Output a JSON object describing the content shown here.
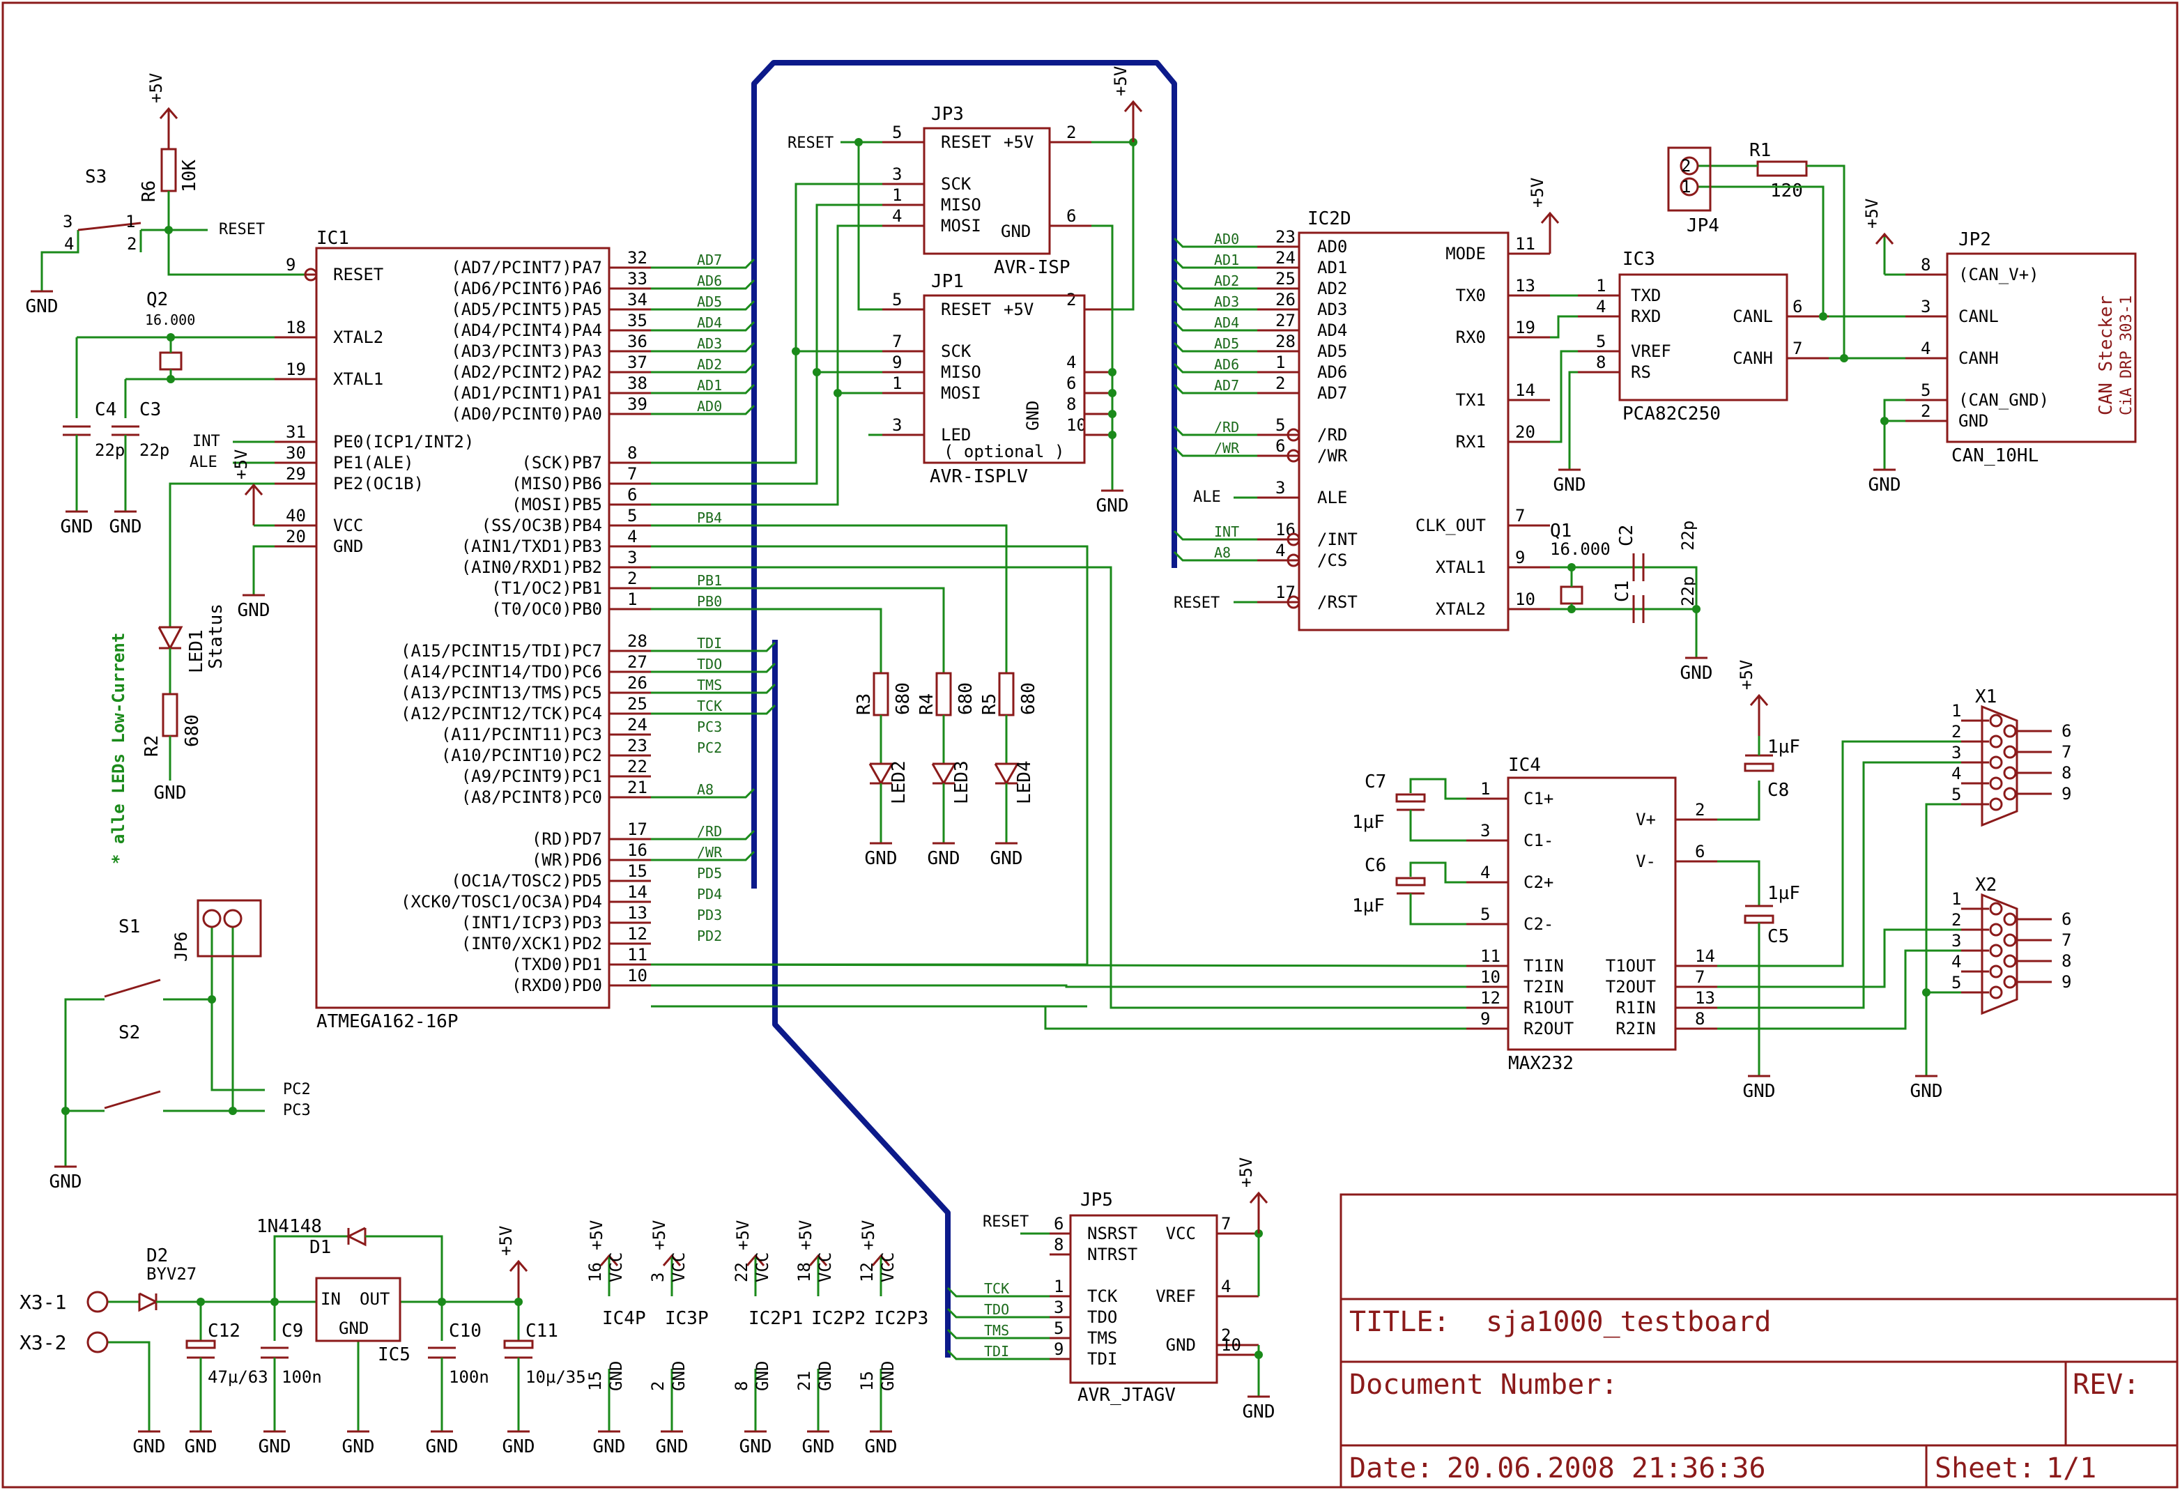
{
  "title_block": {
    "title_label": "TITLE:",
    "title": "sja1000_testboard",
    "doc_number_label": "Document Number:",
    "rev_label": "REV:",
    "date_label": "Date:",
    "date": "20.06.2008 21:36:36",
    "sheet_label": "Sheet:",
    "sheet": "1/1"
  },
  "note": "* alle LEDs Low-Current",
  "can_label": [
    "CAN Stecker",
    "CiA DRP 303-1"
  ],
  "components": {
    "ic1": {
      "ref": "IC1",
      "value": "ATMEGA162-16P"
    },
    "ic2": {
      "ref": "IC2D"
    },
    "ic3": {
      "ref": "IC3",
      "value": "PCA82C250"
    },
    "ic4": {
      "ref": "IC4",
      "value": "MAX232"
    },
    "ic5": {
      "ref": "IC5"
    },
    "jp1": {
      "ref": "JP1",
      "value": "AVR-ISPLV"
    },
    "jp2": {
      "ref": "JP2",
      "value": "CAN_10HL"
    },
    "jp3": {
      "ref": "JP3",
      "value": "AVR-ISP"
    },
    "jp4": {
      "ref": "JP4"
    },
    "jp5": {
      "ref": "JP5",
      "value": "AVR_JTAGV"
    },
    "jp6": {
      "ref": "JP6"
    },
    "x1": {
      "ref": "X1"
    },
    "x2": {
      "ref": "X2"
    },
    "q1": {
      "ref": "Q1",
      "value": "16.000"
    },
    "q2": {
      "ref": "Q2",
      "value": "16.000"
    },
    "r1": {
      "ref": "R1",
      "value": "120"
    },
    "r2": {
      "ref": "R2",
      "value": "680"
    },
    "r3": {
      "ref": "R3",
      "value": "680"
    },
    "r4": {
      "ref": "R4",
      "value": "680"
    },
    "r5": {
      "ref": "R5",
      "value": "680"
    },
    "r6": {
      "ref": "R6",
      "value": "10K"
    },
    "led1": {
      "ref": "LED1",
      "value": "Status"
    },
    "led2": {
      "ref": "LED2"
    },
    "led3": {
      "ref": "LED3"
    },
    "led4": {
      "ref": "LED4"
    },
    "s1": {
      "ref": "S1"
    },
    "s2": {
      "ref": "S2"
    },
    "s3": {
      "ref": "S3"
    },
    "d1": {
      "ref": "D1",
      "value": "1N4148"
    },
    "d2": {
      "ref": "D2",
      "value": "BYV27"
    },
    "c1": {
      "ref": "C1",
      "value": "22p"
    },
    "c2": {
      "ref": "C2",
      "value": "22p"
    },
    "c3": {
      "ref": "C3",
      "value": "22p"
    },
    "c4": {
      "ref": "C4",
      "value": "22p"
    },
    "c5": {
      "ref": "C5",
      "value": "1µF"
    },
    "c6": {
      "ref": "C6",
      "value": "1µF"
    },
    "c7": {
      "ref": "C7",
      "value": "1µF"
    },
    "c8": {
      "ref": "C8",
      "value": "1µF"
    },
    "c9": {
      "ref": "C9",
      "value": "100n"
    },
    "c10": {
      "ref": "C10",
      "value": "100n"
    },
    "c11": {
      "ref": "C11",
      "value": "10µ/35"
    },
    "c12": {
      "ref": "C12",
      "value": "47µ/63"
    }
  },
  "ic1_left_pins": [
    {
      "num": "9",
      "name": "RESET"
    },
    {
      "num": "18",
      "name": "XTAL2"
    },
    {
      "num": "19",
      "name": "XTAL1"
    },
    {
      "num": "31",
      "name": "PE0(ICP1/INT2)"
    },
    {
      "num": "30",
      "name": "PE1(ALE)"
    },
    {
      "num": "29",
      "name": "PE2(OC1B)"
    },
    {
      "num": "40",
      "name": "VCC"
    },
    {
      "num": "20",
      "name": "GND"
    }
  ],
  "ic1_right_pins": [
    {
      "num": "32",
      "name": "(AD7/PCINT7)PA7",
      "net": "AD7"
    },
    {
      "num": "33",
      "name": "(AD6/PCINT6)PA6",
      "net": "AD6"
    },
    {
      "num": "34",
      "name": "(AD5/PCINT5)PA5",
      "net": "AD5"
    },
    {
      "num": "35",
      "name": "(AD4/PCINT4)PA4",
      "net": "AD4"
    },
    {
      "num": "36",
      "name": "(AD3/PCINT3)PA3",
      "net": "AD3"
    },
    {
      "num": "37",
      "name": "(AD2/PCINT2)PA2",
      "net": "AD2"
    },
    {
      "num": "38",
      "name": "(AD1/PCINT1)PA1",
      "net": "AD1"
    },
    {
      "num": "39",
      "name": "(AD0/PCINT0)PA0",
      "net": "AD0"
    },
    {
      "num": "8",
      "name": "(SCK)PB7",
      "net": ""
    },
    {
      "num": "7",
      "name": "(MISO)PB6",
      "net": ""
    },
    {
      "num": "6",
      "name": "(MOSI)PB5",
      "net": ""
    },
    {
      "num": "5",
      "name": "(SS/OC3B)PB4",
      "net": "PB4"
    },
    {
      "num": "4",
      "name": "(AIN1/TXD1)PB3",
      "net": ""
    },
    {
      "num": "3",
      "name": "(AIN0/RXD1)PB2",
      "net": ""
    },
    {
      "num": "2",
      "name": "(T1/OC2)PB1",
      "net": "PB1"
    },
    {
      "num": "1",
      "name": "(T0/OC0)PB0",
      "net": "PB0"
    },
    {
      "num": "28",
      "name": "(A15/PCINT15/TDI)PC7",
      "net": "TDI"
    },
    {
      "num": "27",
      "name": "(A14/PCINT14/TDO)PC6",
      "net": "TDO"
    },
    {
      "num": "26",
      "name": "(A13/PCINT13/TMS)PC5",
      "net": "TMS"
    },
    {
      "num": "25",
      "name": "(A12/PCINT12/TCK)PC4",
      "net": "TCK"
    },
    {
      "num": "24",
      "name": "(A11/PCINT11)PC3",
      "net": "PC3"
    },
    {
      "num": "23",
      "name": "(A10/PCINT10)PC2",
      "net": "PC2"
    },
    {
      "num": "22",
      "name": "(A9/PCINT9)PC1",
      "net": ""
    },
    {
      "num": "21",
      "name": "(A8/PCINT8)PC0",
      "net": "A8"
    },
    {
      "num": "17",
      "name": "(RD)PD7",
      "net": "/RD"
    },
    {
      "num": "16",
      "name": "(WR)PD6",
      "net": "/WR"
    },
    {
      "num": "15",
      "name": "(OC1A/TOSC2)PD5",
      "net": "PD5"
    },
    {
      "num": "14",
      "name": "(XCK0/TOSC1/OC3A)PD4",
      "net": "PD4"
    },
    {
      "num": "13",
      "name": "(INT1/ICP3)PD3",
      "net": "PD3"
    },
    {
      "num": "12",
      "name": "(INT0/XCK1)PD2",
      "net": "PD2"
    },
    {
      "num": "11",
      "name": "(TXD0)PD1",
      "net": ""
    },
    {
      "num": "10",
      "name": "(RXD0)PD0",
      "net": ""
    }
  ],
  "ic2_left_pins": [
    {
      "num": "23",
      "name": "AD0",
      "net": "AD0"
    },
    {
      "num": "24",
      "name": "AD1",
      "net": "AD1"
    },
    {
      "num": "25",
      "name": "AD2",
      "net": "AD2"
    },
    {
      "num": "26",
      "name": "AD3",
      "net": "AD3"
    },
    {
      "num": "27",
      "name": "AD4",
      "net": "AD4"
    },
    {
      "num": "28",
      "name": "AD5",
      "net": "AD5"
    },
    {
      "num": "1",
      "name": "AD6",
      "net": "AD6"
    },
    {
      "num": "2",
      "name": "AD7",
      "net": "AD7"
    },
    {
      "num": "5",
      "name": "/RD",
      "net": "/RD"
    },
    {
      "num": "6",
      "name": "/WR",
      "net": "/WR"
    },
    {
      "num": "3",
      "name": "ALE",
      "net": "ALE"
    },
    {
      "num": "16",
      "name": "/INT",
      "net": "INT"
    },
    {
      "num": "4",
      "name": "/CS",
      "net": "A8"
    },
    {
      "num": "17",
      "name": "/RST",
      "net": "RESET"
    }
  ],
  "ic2_right_pins": [
    {
      "num": "11",
      "name": "MODE"
    },
    {
      "num": "13",
      "name": "TX0"
    },
    {
      "num": "19",
      "name": "RX0"
    },
    {
      "num": "14",
      "name": "TX1"
    },
    {
      "num": "20",
      "name": "RX1"
    },
    {
      "num": "7",
      "name": "CLK_OUT"
    },
    {
      "num": "9",
      "name": "XTAL1"
    },
    {
      "num": "10",
      "name": "XTAL2"
    }
  ],
  "ic3_pins": {
    "left": [
      {
        "num": "1",
        "name": "TXD"
      },
      {
        "num": "4",
        "name": "RXD"
      },
      {
        "num": "5",
        "name": "VREF"
      },
      {
        "num": "8",
        "name": "RS"
      }
    ],
    "right": [
      {
        "num": "6",
        "name": "CANL"
      },
      {
        "num": "7",
        "name": "CANH"
      }
    ]
  },
  "ic4_pins": {
    "left": [
      {
        "num": "1",
        "name": "C1+"
      },
      {
        "num": "3",
        "name": "C1-"
      },
      {
        "num": "4",
        "name": "C2+"
      },
      {
        "num": "5",
        "name": "C2-"
      },
      {
        "num": "11",
        "name": "T1IN"
      },
      {
        "num": "10",
        "name": "T2IN"
      },
      {
        "num": "12",
        "name": "R1OUT"
      },
      {
        "num": "9",
        "name": "R2OUT"
      }
    ],
    "right": [
      {
        "num": "2",
        "name": "V+"
      },
      {
        "num": "6",
        "name": "V-"
      },
      {
        "num": "14",
        "name": "T1OUT"
      },
      {
        "num": "7",
        "name": "T2OUT"
      },
      {
        "num": "13",
        "name": "R1IN"
      },
      {
        "num": "8",
        "name": "R2IN"
      }
    ]
  },
  "jp1_pins": [
    {
      "num": "5",
      "name": "RESET"
    },
    {
      "num": "7",
      "name": "SCK"
    },
    {
      "num": "9",
      "name": "MISO"
    },
    {
      "num": "1",
      "name": "MOSI"
    },
    {
      "num": "3",
      "name": "LED"
    }
  ],
  "jp1_right": [
    {
      "num": "2",
      "name": "+5V"
    },
    {
      "num": "4",
      "name": ""
    },
    {
      "num": "6",
      "name": ""
    },
    {
      "num": "8",
      "name": ""
    },
    {
      "num": "10",
      "name": ""
    }
  ],
  "jp1_gnd": "GND",
  "jp1_optional": "( optional )",
  "jp3_pins": [
    {
      "num": "5",
      "name": "RESET"
    },
    {
      "num": "3",
      "name": "SCK"
    },
    {
      "num": "1",
      "name": "MISO"
    },
    {
      "num": "4",
      "name": "MOSI"
    }
  ],
  "jp3_right": [
    {
      "num": "2",
      "name": "+5V"
    },
    {
      "num": "6",
      "name": "GND"
    }
  ],
  "jp2_pins": [
    {
      "num": "8",
      "name": "(CAN_V+)"
    },
    {
      "num": "3",
      "name": "CANL"
    },
    {
      "num": "4",
      "name": "CANH"
    },
    {
      "num": "5",
      "name": "(CAN_GND)"
    },
    {
      "num": "2",
      "name": "GND"
    }
  ],
  "jp5_pins": [
    {
      "num": "6",
      "name": "NSRST"
    },
    {
      "num": "8",
      "name": "NTRST"
    },
    {
      "num": "1",
      "name": "TCK"
    },
    {
      "num": "3",
      "name": "TDO"
    },
    {
      "num": "5",
      "name": "TMS"
    },
    {
      "num": "9",
      "name": "TDI"
    }
  ],
  "jp5_right": [
    {
      "num": "7",
      "name": "VCC"
    },
    {
      "num": "4",
      "name": "VREF"
    },
    {
      "num": "2",
      "name": "GND"
    },
    {
      "num": "10",
      "name": ""
    }
  ],
  "jp5_nets": [
    "RESET",
    "TCK",
    "TDO",
    "TMS",
    "TDI"
  ],
  "ic5_pins": {
    "in": "IN",
    "out": "OUT",
    "gnd": "GND"
  },
  "x1_pins": {
    "left": [
      "1",
      "2",
      "3",
      "4",
      "5"
    ],
    "right": [
      "6",
      "7",
      "8",
      "9"
    ]
  },
  "x2_pins": {
    "left": [
      "1",
      "2",
      "3",
      "4",
      "5"
    ],
    "right": [
      "6",
      "7",
      "8",
      "9"
    ]
  },
  "supply_label": "+5V",
  "gnd_label": "GND",
  "vcc_pin_label": "VCC",
  "gnd_pin_label": "GND",
  "power_parts": [
    {
      "ref": "IC4P",
      "vcc": "16",
      "gnd": "15"
    },
    {
      "ref": "IC3P",
      "vcc": "3",
      "gnd": "2"
    },
    {
      "ref": "IC2P1",
      "vcc": "22",
      "gnd": "8"
    },
    {
      "ref": "IC2P2",
      "vcc": "18",
      "gnd": "21"
    },
    {
      "ref": "IC2P3",
      "vcc": "12",
      "gnd": "15"
    }
  ],
  "terminals": [
    "X3-1",
    "X3-2"
  ],
  "nets": {
    "reset": "RESET",
    "int": "INT",
    "ale": "ALE",
    "pc2": "PC2",
    "pc3": "PC3"
  }
}
